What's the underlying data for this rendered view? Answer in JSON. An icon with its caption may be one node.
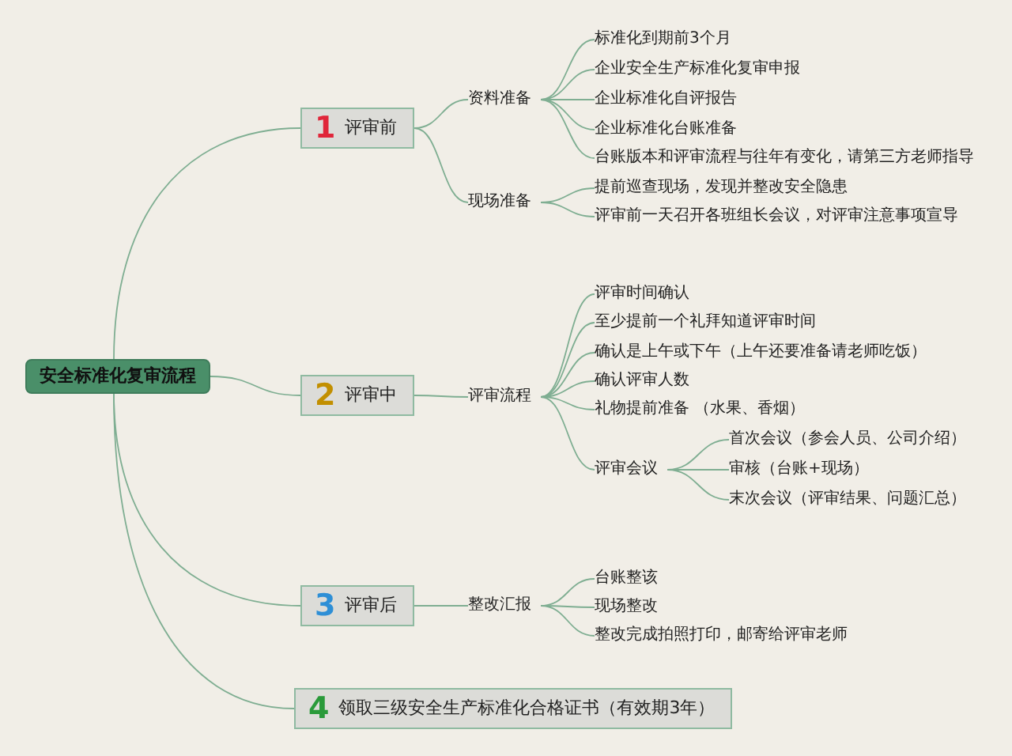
{
  "diagram": {
    "nodes": [
      {
        "text": [
          "安全标准化复审流程"
        ]
      },
      {
        "text": [
          "1",
          "评审前"
        ]
      },
      {
        "text": [
          "资料准备"
        ]
      },
      {
        "text": [
          "标准化到期前3个月"
        ]
      },
      {
        "text": [
          "企业安全生产标准化复审申报"
        ]
      },
      {
        "text": [
          "企业标准化自评报告"
        ]
      },
      {
        "text": [
          "企业标准化台账准备"
        ]
      },
      {
        "text": [
          "台账版本和评审流程与往年有变化，请第三方老师指导"
        ]
      },
      {
        "text": [
          "现场准备"
        ]
      },
      {
        "text": [
          "提前巡查现场，发现并整改安全隐患"
        ]
      },
      {
        "text": [
          "评审前一天召开各班组长会议，对评审注意事项宣导"
        ]
      },
      {
        "text": [
          "2",
          "评审中"
        ]
      },
      {
        "text": [
          "评审流程"
        ]
      },
      {
        "text": [
          "评审时间确认"
        ]
      },
      {
        "text": [
          "至少提前一个礼拜知道评审时间"
        ]
      },
      {
        "text": [
          "确认是上午或下午（上午还要准备请老师吃饭）"
        ]
      },
      {
        "text": [
          "确认评审人数"
        ]
      },
      {
        "text": [
          "礼物提前准备 （水果、香烟）"
        ]
      },
      {
        "text": [
          "评审会议"
        ]
      },
      {
        "text": [
          "首次会议（参会人员、公司介绍）"
        ]
      },
      {
        "text": [
          "审核（台账+现场）"
        ]
      },
      {
        "text": [
          "末次会议（评审结果、问题汇总）"
        ]
      },
      {
        "text": [
          "3",
          "评审后"
        ]
      },
      {
        "text": [
          "整改汇报"
        ]
      },
      {
        "text": [
          "台账整该"
        ]
      },
      {
        "text": [
          "现场整改"
        ]
      },
      {
        "text": [
          "整改完成拍照打印，邮寄给评审老师"
        ]
      },
      {
        "text": [
          "4",
          "领取三级安全生产标准化合格证书（有效期3年）"
        ]
      }
    ],
    "edges": [
      {
        "from": 0,
        "to": 1,
        "arrow": "none"
      },
      {
        "from": 0,
        "to": 11,
        "arrow": "none"
      },
      {
        "from": 0,
        "to": 22,
        "arrow": "none"
      },
      {
        "from": 0,
        "to": 27,
        "arrow": "none"
      },
      {
        "from": 1,
        "to": 2,
        "arrow": "none"
      },
      {
        "from": 1,
        "to": 8,
        "arrow": "none"
      },
      {
        "from": 2,
        "to": 3,
        "arrow": "none"
      },
      {
        "from": 2,
        "to": 4,
        "arrow": "none"
      },
      {
        "from": 2,
        "to": 5,
        "arrow": "none"
      },
      {
        "from": 2,
        "to": 6,
        "arrow": "none"
      },
      {
        "from": 2,
        "to": 7,
        "arrow": "none"
      },
      {
        "from": 8,
        "to": 9,
        "arrow": "none"
      },
      {
        "from": 8,
        "to": 10,
        "arrow": "none"
      },
      {
        "from": 11,
        "to": 12,
        "arrow": "none"
      },
      {
        "from": 12,
        "to": 13,
        "arrow": "none"
      },
      {
        "from": 12,
        "to": 14,
        "arrow": "none"
      },
      {
        "from": 12,
        "to": 15,
        "arrow": "none"
      },
      {
        "from": 12,
        "to": 16,
        "arrow": "none"
      },
      {
        "from": 12,
        "to": 17,
        "arrow": "none"
      },
      {
        "from": 12,
        "to": 18,
        "arrow": "none"
      },
      {
        "from": 18,
        "to": 19,
        "arrow": "none"
      },
      {
        "from": 18,
        "to": 20,
        "arrow": "none"
      },
      {
        "from": 18,
        "to": 21,
        "arrow": "none"
      },
      {
        "from": 22,
        "to": 23,
        "arrow": "none"
      },
      {
        "from": 23,
        "to": 24,
        "arrow": "none"
      },
      {
        "from": 23,
        "to": 25,
        "arrow": "none"
      },
      {
        "from": 23,
        "to": 26,
        "arrow": "none"
      }
    ]
  }
}
